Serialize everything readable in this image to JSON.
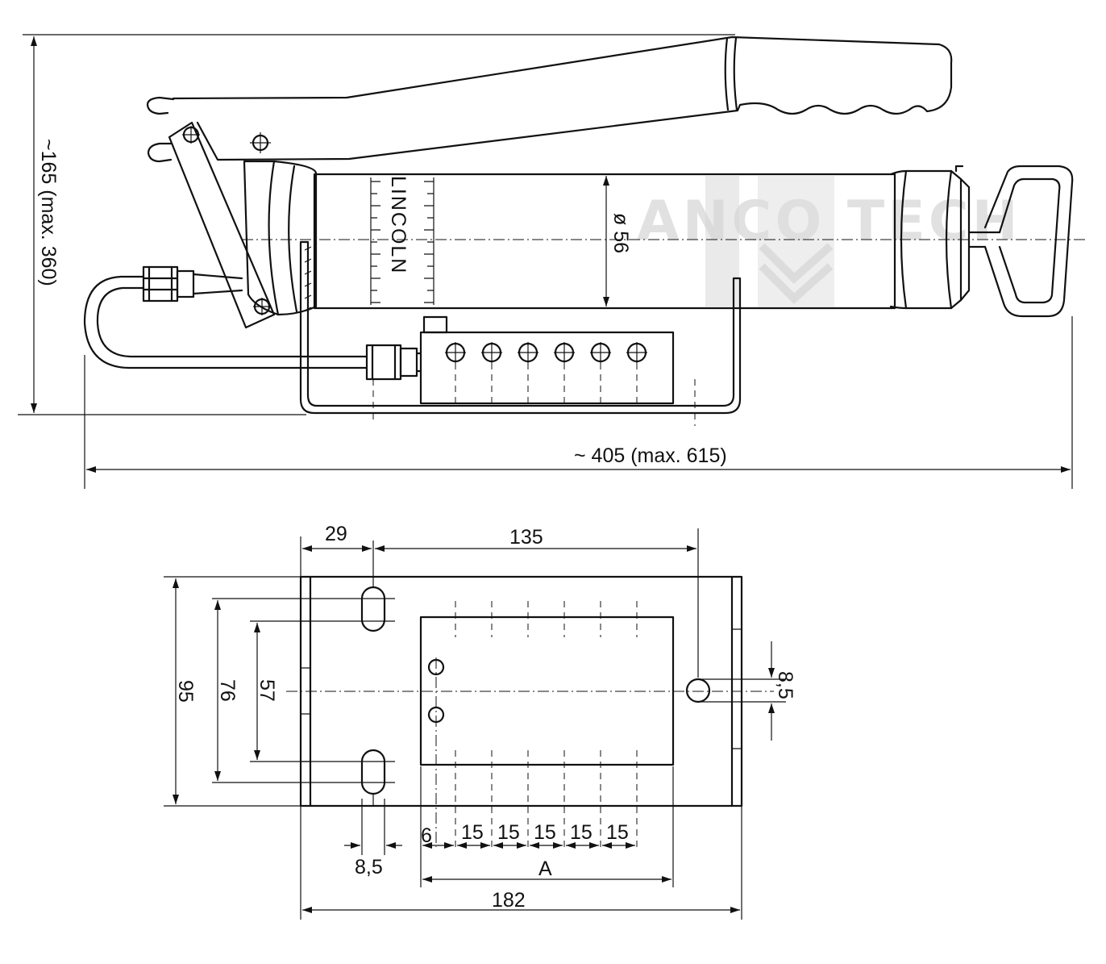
{
  "top_view": {
    "brand_label": "LINCOLN",
    "watermark": "ANCO TECH",
    "dims": {
      "height": "~165 (max. 360)",
      "length": "~ 405 (max. 615)",
      "diameter": "ø 56"
    }
  },
  "plan_view": {
    "dims": {
      "offset_29": "29",
      "span_135": "135",
      "height_95": "95",
      "height_76": "76",
      "height_57": "57",
      "hole_8_5_right": "8,5",
      "slot_8_5": "8,5",
      "gap_6": "6",
      "pitch": [
        "15",
        "15",
        "15",
        "15",
        "15"
      ],
      "a_label": "A",
      "width_182": "182"
    }
  }
}
